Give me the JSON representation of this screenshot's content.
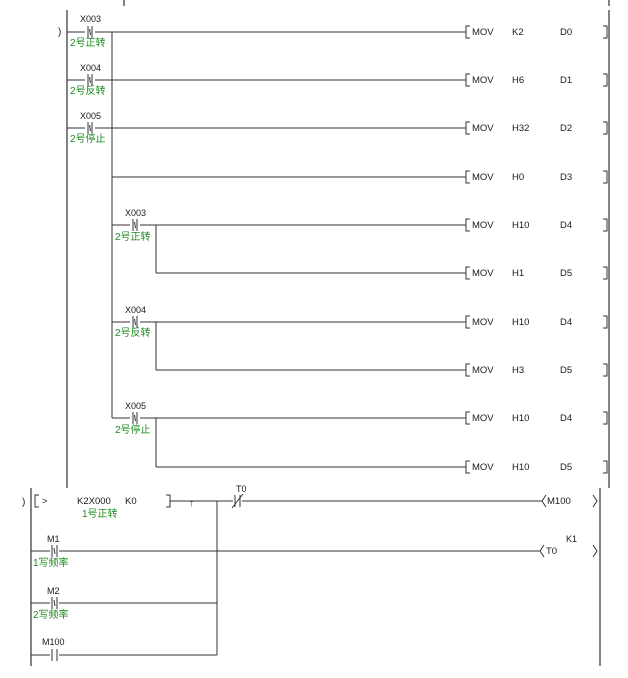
{
  "block1": {
    "step_marker": ")",
    "rungs": [
      {
        "contact": {
          "address": "X003",
          "comment": "2号正转"
        },
        "op": "MOV",
        "src": "K2",
        "dst": "D0"
      },
      {
        "contact": {
          "address": "X004",
          "comment": "2号反转"
        },
        "op": "MOV",
        "src": "H6",
        "dst": "D1"
      },
      {
        "contact": {
          "address": "X005",
          "comment": "2号停止"
        },
        "op": "MOV",
        "src": "H32",
        "dst": "D2"
      },
      {
        "op": "MOV",
        "src": "H0",
        "dst": "D3"
      },
      {
        "contact": {
          "address": "X003",
          "comment": "2号正转"
        },
        "op": "MOV",
        "src": "H10",
        "dst": "D4"
      },
      {
        "op": "MOV",
        "src": "H1",
        "dst": "D5"
      },
      {
        "contact": {
          "address": "X004",
          "comment": "2号反转"
        },
        "op": "MOV",
        "src": "H10",
        "dst": "D4"
      },
      {
        "op": "MOV",
        "src": "H3",
        "dst": "D5"
      },
      {
        "contact": {
          "address": "X005",
          "comment": "2号停止"
        },
        "op": "MOV",
        "src": "H10",
        "dst": "D4"
      },
      {
        "op": "MOV",
        "src": "H10",
        "dst": "D5"
      }
    ]
  },
  "block2": {
    "step_marker": ")",
    "compare": {
      "op": ">",
      "operand1": "K2X000",
      "operand2": "K0",
      "comment": "1号正转"
    },
    "pulse_symbol": "↑",
    "nc_contact": {
      "address": "T0"
    },
    "coil1": {
      "name": "M100"
    },
    "coil2": {
      "name": "T0",
      "setting": "K1"
    },
    "branch_contacts": [
      {
        "address": "M1",
        "comment": "1写频率"
      },
      {
        "address": "M2",
        "comment": "2写频率"
      },
      {
        "address": "M100",
        "comment": ""
      }
    ]
  }
}
